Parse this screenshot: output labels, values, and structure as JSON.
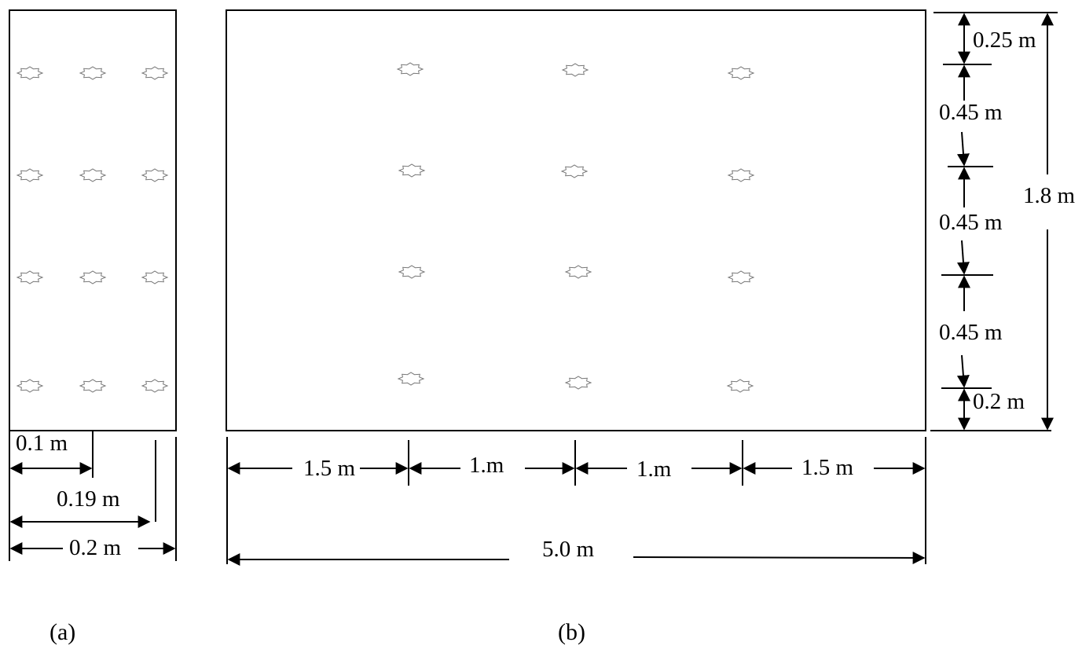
{
  "panel_a": {
    "caption": "(a)",
    "dimensions": {
      "d1": "0.1 m",
      "d2": "0.19 m",
      "d3": "0.2 m"
    }
  },
  "panel_b": {
    "caption": "(b)",
    "horizontal_dims": {
      "h1": "1.5 m",
      "h2": "1.m",
      "h3": "1.m",
      "h4": "1.5 m",
      "total": "5.0 m"
    },
    "vertical_dims": {
      "v1": "0.25 m",
      "v2": "0.45 m",
      "v3": "0.45 m",
      "v4": "0.45 m",
      "v5": "0.2 m",
      "total": "1.8 m"
    }
  }
}
